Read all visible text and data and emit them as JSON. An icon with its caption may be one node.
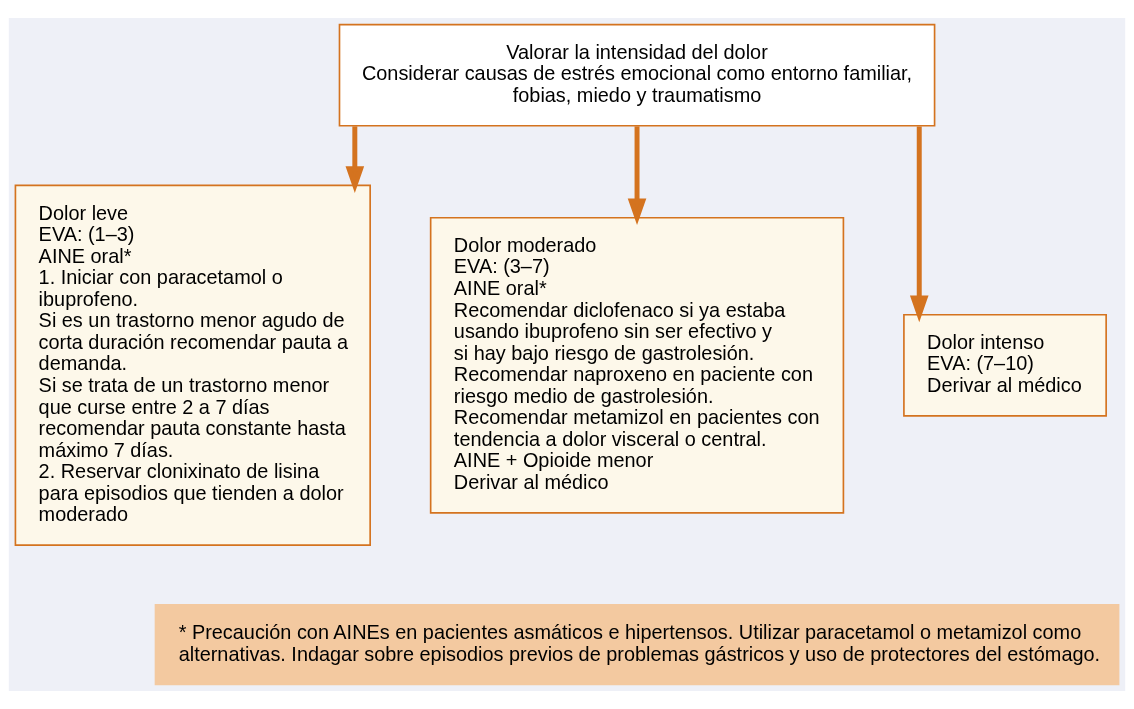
{
  "diagram": {
    "nodes": [
      {
        "text": [
          "Valorar la intensidad del dolor",
          "Considerar causas de estrés emocional como entorno familiar, fobias, miedo y traumatismo"
        ]
      },
      {
        "text": [
          "Dolor leve",
          "EVA: (1–3)",
          "AINE oral*",
          "1. Iniciar con paracetamol o ibuprofeno.",
          "Si es un trastorno menor agudo de corta duración recomendar pauta a demanda.",
          "Si se trata de un trastorno menor que curse entre 2 a 7 días recomendar pauta constante hasta máximo 7 días.",
          "2. Reservar clonixinato de lisina para episodios que tienden a dolor moderado"
        ]
      },
      {
        "text": [
          "Dolor moderado",
          "EVA: (3–7)",
          "AINE oral*",
          "Recomendar diclofenaco si ya estaba usando ibuprofeno sin ser efectivo y si hay bajo riesgo de gastrolesión.",
          "Recomendar naproxeno en paciente con riesgo medio de gastrolesión.",
          "Recomendar metamizol en pacientes con tendencia a dolor visceral o central.",
          "AINE + Opioide menor",
          "Derivar al médico"
        ]
      },
      {
        "text": [
          "Dolor intenso",
          "EVA: (7–10)",
          "Derivar al médico"
        ]
      },
      {
        "text": [
          "* Precaución con AINEs en pacientes asmáticos e hipertensos. Utilizar paracetamol o metamizol como alternativas. Indagar sobre episodios previos de problemas gástricos y uso de protectores del estómago."
        ]
      }
    ],
    "edges": [
      {
        "from": 0,
        "to": 1,
        "arrow": "to"
      },
      {
        "from": 0,
        "to": 2,
        "arrow": "to"
      },
      {
        "from": 0,
        "to": 3,
        "arrow": "to"
      }
    ]
  }
}
